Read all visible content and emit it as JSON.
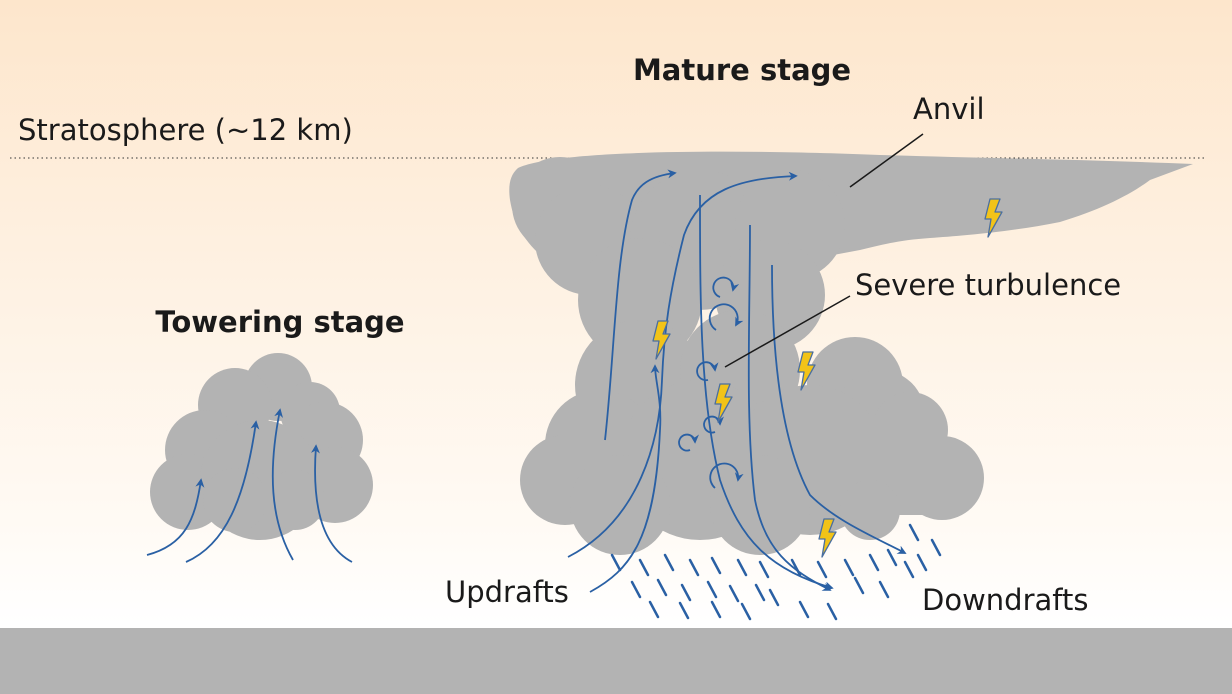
{
  "labels": {
    "mature_title": "Mature stage",
    "towering_title": "Towering stage",
    "stratosphere": "Stratosphere (~12 km)",
    "anvil": "Anvil",
    "turbulence": "Severe turbulence",
    "updrafts": "Updrafts",
    "downdrafts": "Downdrafts"
  },
  "colors": {
    "sky_top": "#fde6cc",
    "cloud": "#b3b3b3",
    "ground": "#b3b3b3",
    "arrow": "#2a60a4",
    "lightning_fill": "#f2c318",
    "lightning_stroke": "#4a6fa0",
    "rain": "#2a60a4"
  },
  "icons": [
    "lightning-icon",
    "updraft-arrow",
    "downdraft-arrow",
    "turbulence-swirl",
    "rain-streak"
  ]
}
